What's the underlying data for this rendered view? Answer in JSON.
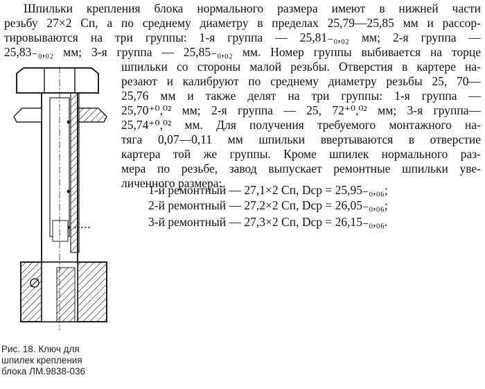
{
  "text_lines": [
    "Шпильки крепления блока нормального размера имеют в нижней части",
    "резьбу 27×2 Сп, а по среднему диаметру в пределах 25,79—25,85 мм и рассор-",
    "тировываются на три группы: 1-я группа — 25,81₋₀,₀₂ мм; 2-я группа —",
    "25,83₋₀,₀₂ мм; 3-я группа — 25,85₋₀,₀₂ мм. Номер группы выбивается на торце",
    "шпильки со стороны малой резьбы. Отверстия в картере на-",
    "резают и калибруют по среднему диаметру резьбы 25, 70—",
    "25,76 мм и также делят на три группы: 1-я группа —",
    "25,70⁺⁰,⁰² мм; 2-я группа — 25, 72⁺⁰,⁰² мм; 3-я группа—",
    "25,74⁺⁰,⁰² мм. Для получения требуемого монтажного на-",
    "тяга 0,07—0,11 мм шпильки ввертываются в отверстие",
    "картера той же группы. Кроме шпилек нормального раз-",
    "мера по резьбе, завод выпускает ремонтные шпильки уве-",
    "личенного размера:"
  ],
  "formulas": [
    "1-й ремонтный — 27,1×2 Сп, Dср = 25,95₋₀,₀₆;",
    "2-й ремонтный — 27,2×2 Сп, Dср = 26,05₋₀,₀₆;",
    "3-й ремонтный — 27,3×2 Сп, Dср = 26,15₋₀,₀₆."
  ],
  "caption": [
    "Рис. 18. Ключ для",
    "шпилек крепления",
    "блока ЛМ.9838-036"
  ]
}
